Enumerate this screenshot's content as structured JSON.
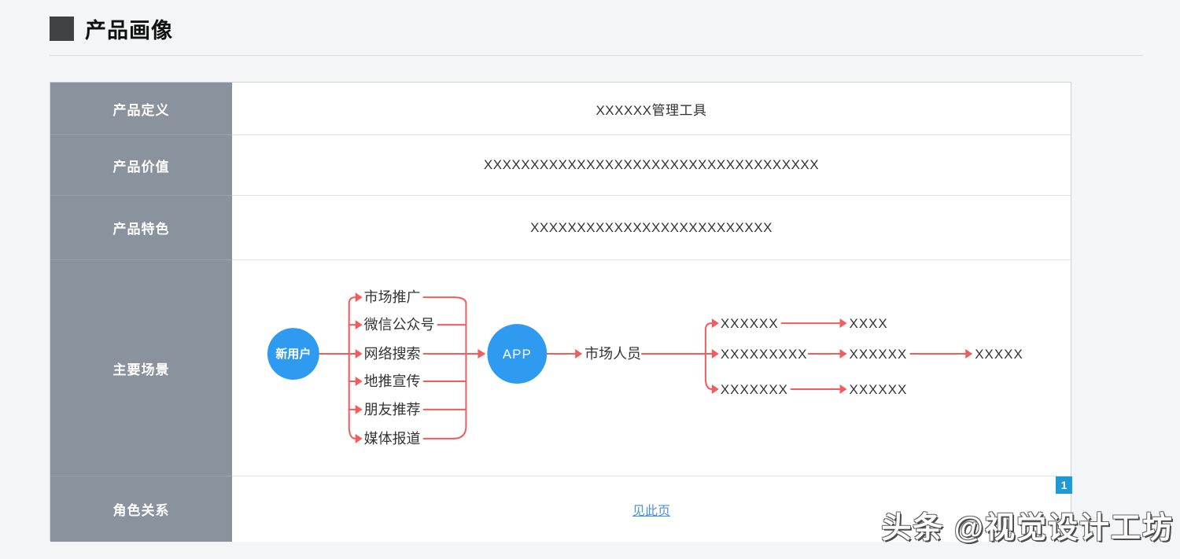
{
  "header": {
    "title": "产品画像"
  },
  "table": {
    "rows": [
      {
        "label": "产品定义",
        "content": "XXXXXX管理工具"
      },
      {
        "label": "产品价值",
        "content": "XXXXXXXXXXXXXXXXXXXXXXXXXXXXXXXXXXXX"
      },
      {
        "label": "产品特色",
        "content": "XXXXXXXXXXXXXXXXXXXXXXXXXX"
      },
      {
        "label": "主要场景",
        "content": "diagram"
      },
      {
        "label": "角色关系",
        "link_text": "见此页"
      }
    ]
  },
  "diagram": {
    "start_node": "新用户",
    "channels": [
      "市场推广",
      "微信公众号",
      "网络搜索",
      "地推宣传",
      "朋友推荐",
      "媒体报道"
    ],
    "app_node": "APP",
    "person_node": "市场人员",
    "flows": [
      [
        "XXXXXX",
        "XXXX"
      ],
      [
        "XXXXXXXXX",
        "XXXXXX",
        "XXXXX"
      ],
      [
        "XXXXXXX",
        "XXXXXX"
      ]
    ]
  },
  "badge": {
    "text": "1"
  },
  "watermark": {
    "text": "头条 @视觉设计工坊"
  },
  "colors": {
    "page-bg": "#f4f5f6",
    "title-square": "#3f4245",
    "header-gray": "#8a929d",
    "node-blue": "#2f9bf0",
    "line-red": "#f25c5c",
    "link-blue": "#4a90e2",
    "badge-blue": "#1f9ad6"
  }
}
